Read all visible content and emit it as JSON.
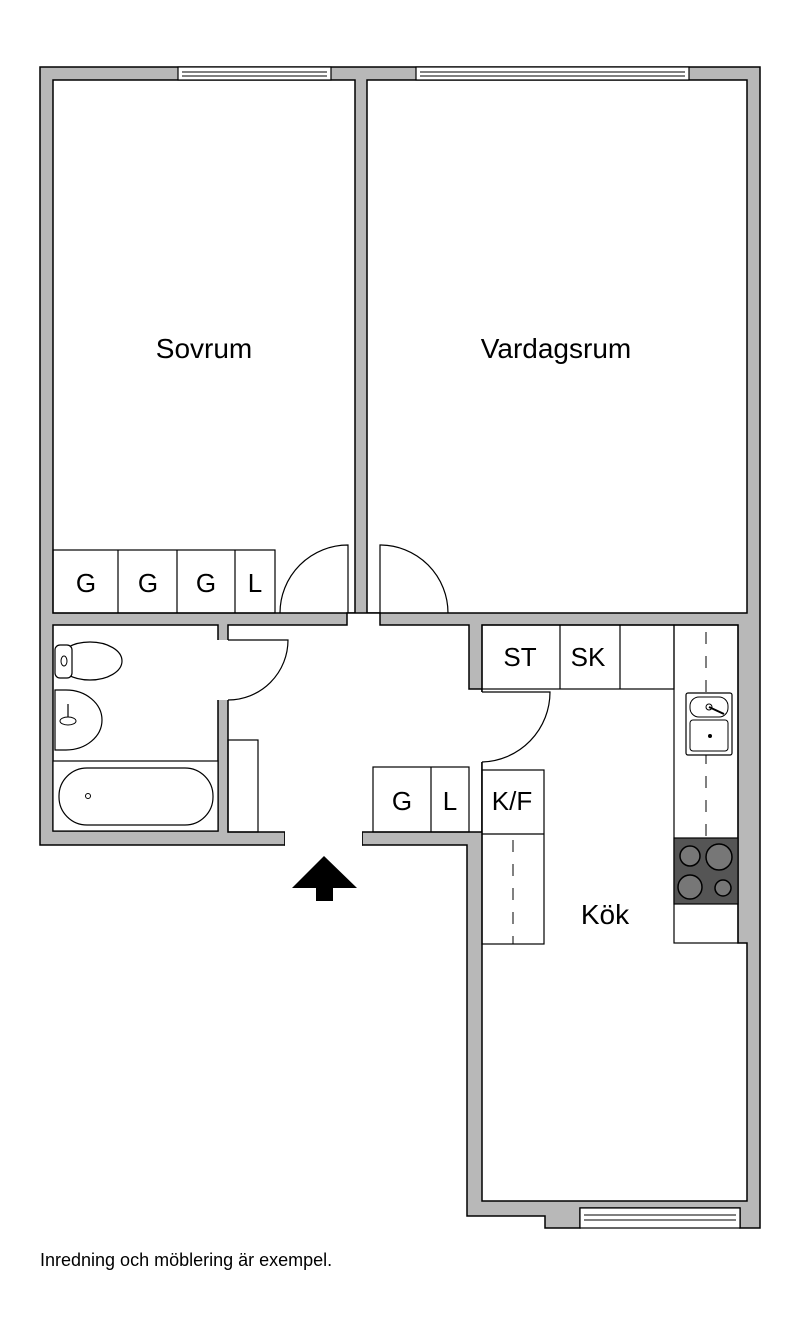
{
  "rooms": {
    "bedroom": "Sovrum",
    "living_room": "Vardagsrum",
    "kitchen": "Kök"
  },
  "fixtures": {
    "wardrobe": "G",
    "linen": "L",
    "cleaning_closet": "ST",
    "storage_cabinet": "SK",
    "fridge_freezer": "K/F"
  },
  "caption": "Inredning och möblering är exempel.",
  "icons": {
    "entrance": "entrance-arrow-icon",
    "stove": "stove-icon",
    "sink": "sink-icon",
    "toilet": "toilet-icon",
    "washbasin": "washbasin-icon",
    "bathtub": "bathtub-icon"
  },
  "colors": {
    "wall": "#b8b8b8",
    "stove_top": "#555555",
    "floor": "#ffffff"
  }
}
